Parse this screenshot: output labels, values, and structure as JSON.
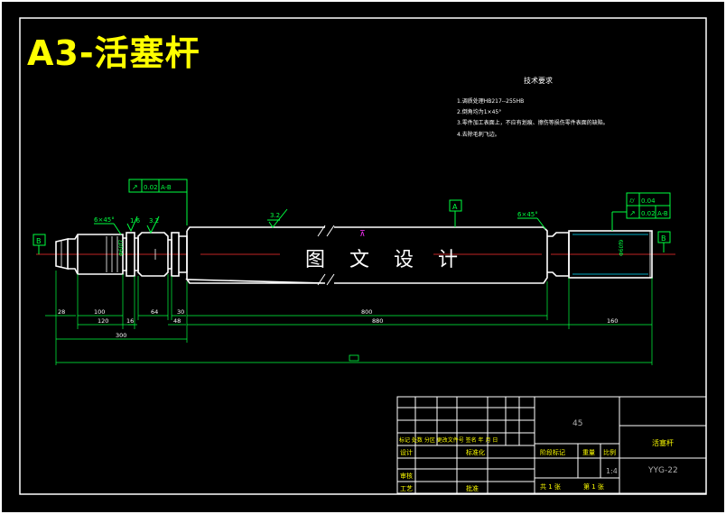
{
  "title": "A3-活塞杆",
  "watermark": "图 文 设 计",
  "notes": {
    "heading": "技术要求",
    "lines": [
      "1.调质处理HB217--255HB",
      "2.倒角均为1×45°",
      "3.零件加工表面上，不应有划痕、擦伤等损伤零件表面的缺陷。",
      "4.去除毛刺飞边。"
    ]
  },
  "datums": {
    "a": "A",
    "b": "B"
  },
  "tolerances": {
    "left_symbol": "↗",
    "left_value": "0.02",
    "left_datum": "A-B",
    "right_top_symbol": "⌭",
    "right_top_value": "0.04",
    "right_bottom_symbol": "↗",
    "right_bottom_value": "0.02",
    "right_bottom_datum": "A-B"
  },
  "roughness": {
    "r1": "1.6",
    "r2": "3.2",
    "r3": "3.2"
  },
  "chamfers": {
    "left": "6×45°",
    "right": "6×45°"
  },
  "diameters": {
    "left": "Φ60f7",
    "right": "Φ60f9"
  },
  "dims": {
    "d28": "28",
    "d100": "100",
    "d120": "120",
    "d16": "16",
    "d64": "64",
    "d48": "48",
    "d30": "30",
    "d800": "800",
    "d880": "880",
    "d160": "160",
    "d300": "300"
  },
  "titleblock": {
    "material": "45",
    "part_name": "活塞杆",
    "drawing_no": "YYG-22",
    "scale": "1:4",
    "row_labels": "标记 处数 分区 更改文件号 签名 年 月 日",
    "design": "设计",
    "standard": "标准化",
    "stage_mark": "阶段标记",
    "weight": "重量",
    "scale_label": "比例",
    "review": "审核",
    "process": "工艺",
    "approve": "批准",
    "total": "共 1 张",
    "sheet": "第 1 张"
  }
}
